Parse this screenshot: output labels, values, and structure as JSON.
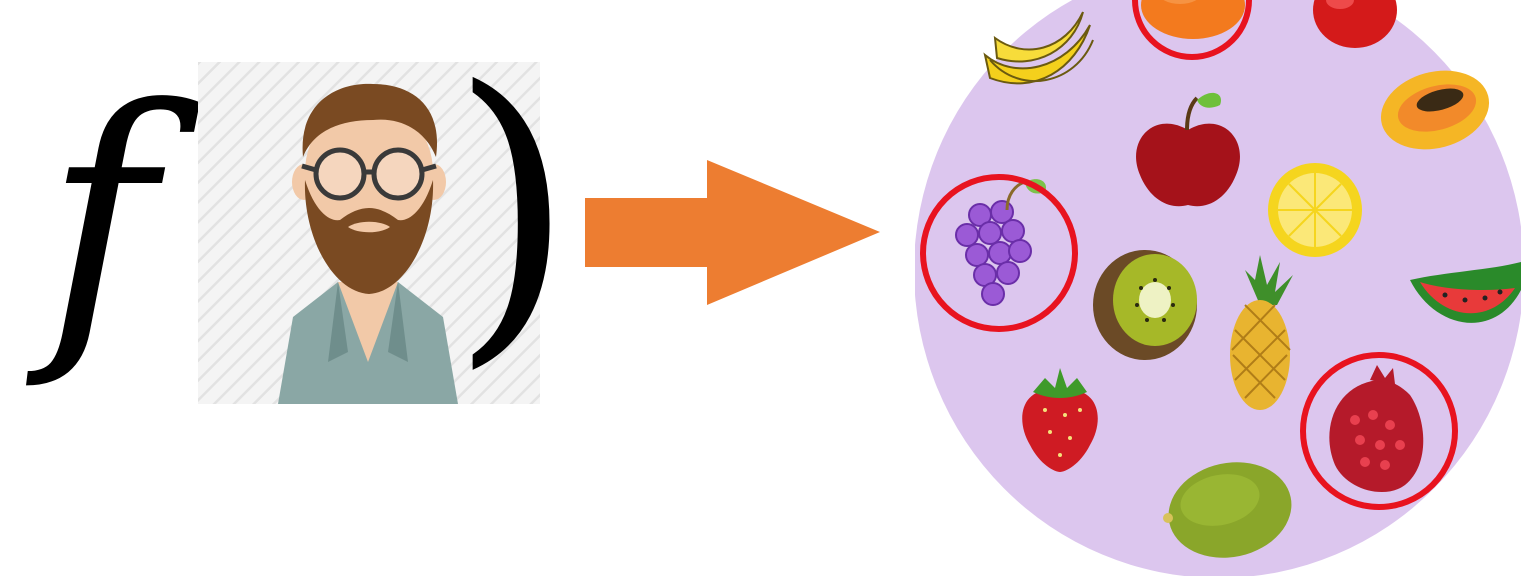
{
  "function": {
    "letter": "f",
    "open_paren": "(",
    "close_paren": ")"
  },
  "person": {
    "icon": "bearded-man-with-glasses-icon"
  },
  "arrow": {
    "color": "#ED7D31",
    "direction": "right"
  },
  "fruit_set": {
    "background": "#DCC6EE",
    "highlight_color": "#E8131F",
    "fruits": [
      {
        "name": "banana",
        "icon": "banana-icon",
        "selected": false
      },
      {
        "name": "orange",
        "icon": "orange-icon",
        "selected": true
      },
      {
        "name": "tomato",
        "icon": "tomato-icon",
        "selected": false
      },
      {
        "name": "papaya",
        "icon": "papaya-icon",
        "selected": false
      },
      {
        "name": "apple",
        "icon": "apple-icon",
        "selected": false
      },
      {
        "name": "grapes",
        "icon": "grapes-icon",
        "selected": true
      },
      {
        "name": "lemon",
        "icon": "lemon-icon",
        "selected": false
      },
      {
        "name": "kiwi",
        "icon": "kiwi-icon",
        "selected": false
      },
      {
        "name": "pineapple",
        "icon": "pineapple-icon",
        "selected": false
      },
      {
        "name": "watermelon",
        "icon": "watermelon-icon",
        "selected": false
      },
      {
        "name": "strawberry",
        "icon": "strawberry-icon",
        "selected": false
      },
      {
        "name": "pomegranate",
        "icon": "pomegranate-icon",
        "selected": true
      },
      {
        "name": "jackfruit",
        "icon": "jackfruit-icon",
        "selected": false
      }
    ]
  }
}
